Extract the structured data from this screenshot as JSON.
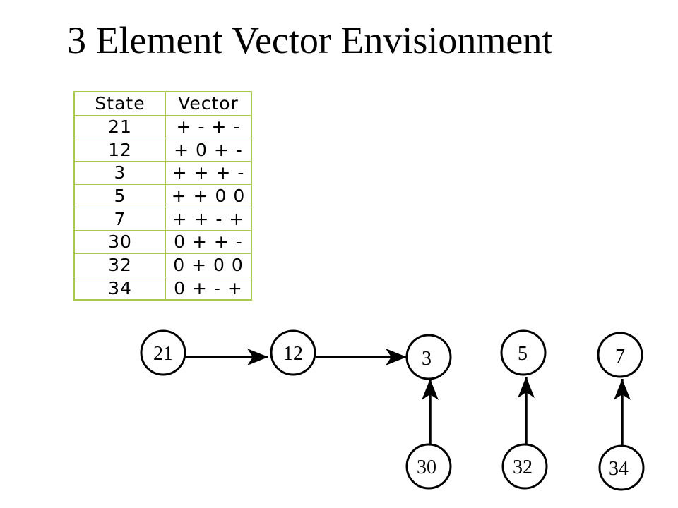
{
  "title": "3 Element Vector Envisionment",
  "table": {
    "headers": [
      "State",
      "Vector"
    ],
    "rows": [
      {
        "state": "21",
        "vector": "+ - + -"
      },
      {
        "state": "12",
        "vector": "+ 0 + -"
      },
      {
        "state": "3",
        "vector": "+ + + -"
      },
      {
        "state": "5",
        "vector": "+ + 0 0"
      },
      {
        "state": "7",
        "vector": "+ + - +"
      },
      {
        "state": "30",
        "vector": "0 + + -"
      },
      {
        "state": "32",
        "vector": "0 + 0 0"
      },
      {
        "state": "34",
        "vector": "0 + - +"
      }
    ]
  },
  "graph": {
    "nodes": [
      "21",
      "12",
      "3",
      "5",
      "7",
      "30",
      "32",
      "34"
    ],
    "edges": [
      {
        "from": "21",
        "to": "12"
      },
      {
        "from": "12",
        "to": "3"
      },
      {
        "from": "30",
        "to": "3"
      },
      {
        "from": "32",
        "to": "5"
      },
      {
        "from": "34",
        "to": "7"
      }
    ]
  },
  "colors": {
    "table_border": "#a8c850",
    "ink": "#000000"
  }
}
